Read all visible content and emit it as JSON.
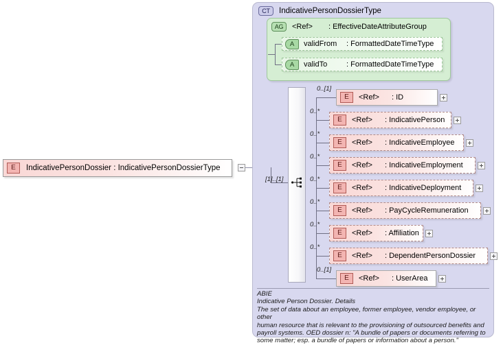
{
  "root_element": {
    "badge": "E",
    "label": "IndicativePersonDossier : IndicativePersonDossierType",
    "expander": "minus-expander"
  },
  "complex_type": {
    "badge": "CT",
    "title": "IndicativePersonDossierType"
  },
  "attribute_group": {
    "badge": "AG",
    "ref": "<Ref>",
    "name": ": EffectiveDateAttributeGroup",
    "attributes": [
      {
        "badge": "A",
        "name": "validFrom",
        "type": ": FormattedDateTimeType"
      },
      {
        "badge": "A",
        "name": "validTo",
        "type": ": FormattedDateTimeType"
      }
    ]
  },
  "sequence": {
    "cardinality": "[1]..[1]",
    "icon": "sequence-compositor-icon"
  },
  "elements": [
    {
      "badge": "E",
      "ref": "<Ref>",
      "type": ": ID",
      "cardinality": "0..[1]",
      "repeat": false
    },
    {
      "badge": "E",
      "ref": "<Ref>",
      "type": ": IndicativePerson",
      "cardinality": "0..*",
      "repeat": true
    },
    {
      "badge": "E",
      "ref": "<Ref>",
      "type": ": IndicativeEmployee",
      "cardinality": "0..*",
      "repeat": true
    },
    {
      "badge": "E",
      "ref": "<Ref>",
      "type": ": IndicativeEmployment",
      "cardinality": "0..*",
      "repeat": true
    },
    {
      "badge": "E",
      "ref": "<Ref>",
      "type": ": IndicativeDeployment",
      "cardinality": "0..*",
      "repeat": true
    },
    {
      "badge": "E",
      "ref": "<Ref>",
      "type": ": PayCycleRemuneration",
      "cardinality": "0..*",
      "repeat": true
    },
    {
      "badge": "E",
      "ref": "<Ref>",
      "type": ": Affiliation",
      "cardinality": "0..*",
      "repeat": true
    },
    {
      "badge": "E",
      "ref": "<Ref>",
      "type": ": DependentPersonDossier",
      "cardinality": "0..*",
      "repeat": true
    },
    {
      "badge": "E",
      "ref": "<Ref>",
      "type": ": UserArea",
      "cardinality": "0..[1]",
      "repeat": false
    }
  ],
  "documentation": {
    "text": "ABIE\nIndicative Person Dossier. Details\nThe set of data about an employee, former employee, vendor employee, or other\nhuman resource that is relevant to the provisioning of outsourced benefits and\npayroll systems.  OED dossier n: \"A bundle of papers or documents referring to\nsome matter; esp. a bundle of papers or information about a person.\""
  },
  "colors": {
    "container_bg": "#d8d8ef",
    "element_pink": "#f9d8d6",
    "attribute_green": "#d5eed3",
    "badge_ct": "#ccccea"
  }
}
